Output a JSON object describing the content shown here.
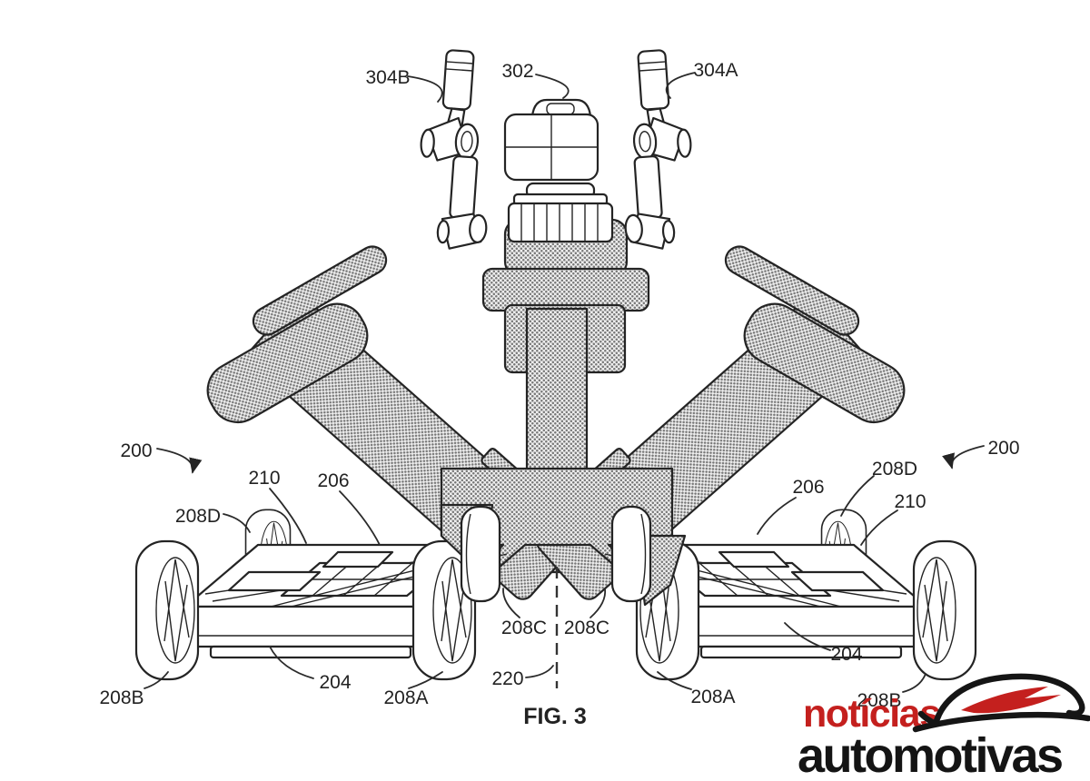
{
  "figure": {
    "caption": "FIG. 3",
    "labels": {
      "n200": "200",
      "n204": "204",
      "n206": "206",
      "n208A": "208A",
      "n208B": "208B",
      "n208C": "208C",
      "n208D": "208D",
      "n210": "210",
      "n220": "220",
      "n302": "302",
      "n304A": "304A",
      "n304B": "304B"
    }
  },
  "watermark": {
    "word_top": "notícias",
    "word_bottom": "automotivas",
    "accent_color": "#c4201e",
    "text_color": "#141414"
  },
  "drawing": {
    "line_color": "#222222",
    "background": "#ffffff"
  }
}
